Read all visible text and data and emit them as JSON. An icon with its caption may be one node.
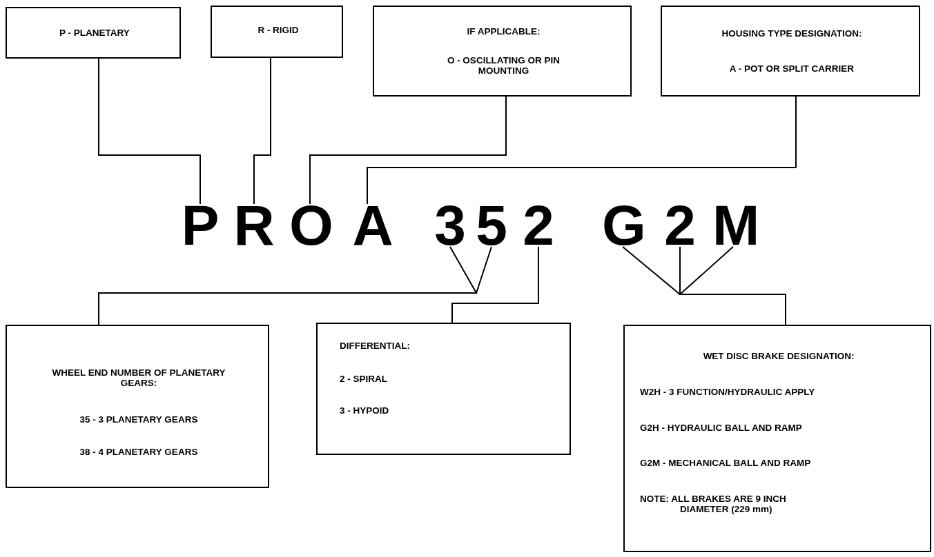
{
  "diagram": {
    "nodes": [
      {
        "text": [
          "P - PLANETARY"
        ]
      },
      {
        "text": [
          "R - RIGID"
        ]
      },
      {
        "text": [
          "IF APPLICABLE:",
          "O - OSCILLATING OR PIN MOUNTING"
        ]
      },
      {
        "text": [
          "HOUSING TYPE DESIGNATION:",
          "A - POT OR SPLIT CARRIER"
        ]
      },
      {
        "text": [
          "P"
        ]
      },
      {
        "text": [
          "R"
        ]
      },
      {
        "text": [
          "O"
        ]
      },
      {
        "text": [
          "A"
        ]
      },
      {
        "text": [
          "3"
        ]
      },
      {
        "text": [
          "5"
        ]
      },
      {
        "text": [
          "2"
        ]
      },
      {
        "text": [
          "G"
        ]
      },
      {
        "text": [
          "2"
        ]
      },
      {
        "text": [
          "M"
        ]
      },
      {
        "text": [
          "WHEEL END NUMBER OF PLANETARY GEARS:",
          "35 - 3 PLANETARY GEARS",
          "38 - 4 PLANETARY GEARS"
        ]
      },
      {
        "text": [
          "DIFFERENTIAL:",
          "2 - SPIRAL",
          "3 - HYPOID"
        ]
      },
      {
        "text": [
          "WET DISC BRAKE DESIGNATION:",
          "W2H - 3 FUNCTION/HYDRAULIC APPLY",
          "G2H - HYDRAULIC BALL AND RAMP",
          "G2M - MECHANICAL BALL AND RAMP",
          "NOTE: ALL BRAKES ARE 9 INCH DIAMETER (229 mm)"
        ]
      }
    ],
    "edges": [
      {
        "from": 0,
        "to": 4,
        "arrow": "none"
      },
      {
        "from": 1,
        "to": 5,
        "arrow": "none"
      },
      {
        "from": 2,
        "to": 6,
        "arrow": "none"
      },
      {
        "from": 3,
        "to": 7,
        "arrow": "none"
      },
      {
        "from": 8,
        "to": 14,
        "arrow": "none"
      },
      {
        "from": 9,
        "to": 14,
        "arrow": "none"
      },
      {
        "from": 10,
        "to": 15,
        "arrow": "none"
      },
      {
        "from": 11,
        "to": 16,
        "arrow": "none"
      },
      {
        "from": 12,
        "to": 16,
        "arrow": "none"
      },
      {
        "from": 13,
        "to": 16,
        "arrow": "none"
      }
    ]
  }
}
